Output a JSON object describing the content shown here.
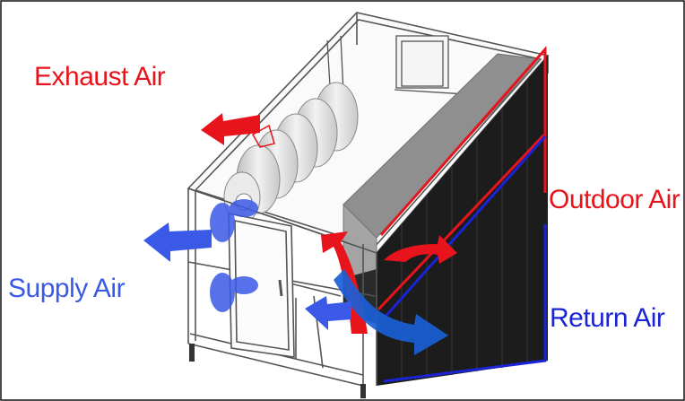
{
  "labels": {
    "exhaust": "Exhaust Air",
    "outdoor": "Outdoor Air",
    "supply": "Supply Air",
    "return": "Return Air"
  },
  "colors": {
    "exhaust": "#e8141b",
    "outdoor": "#e8141b",
    "supply": "#3a59e6",
    "return": "#1a23d6",
    "frame": "#555555",
    "filter_bank": "#1c1c1c",
    "filter_panel": "#8f8f8f"
  },
  "icons": [
    "air-handling-unit-illustration",
    "exhaust-arrow-icon",
    "supply-arrow-icon",
    "outdoor-air-arrow-icon",
    "return-air-arrow-icon"
  ]
}
